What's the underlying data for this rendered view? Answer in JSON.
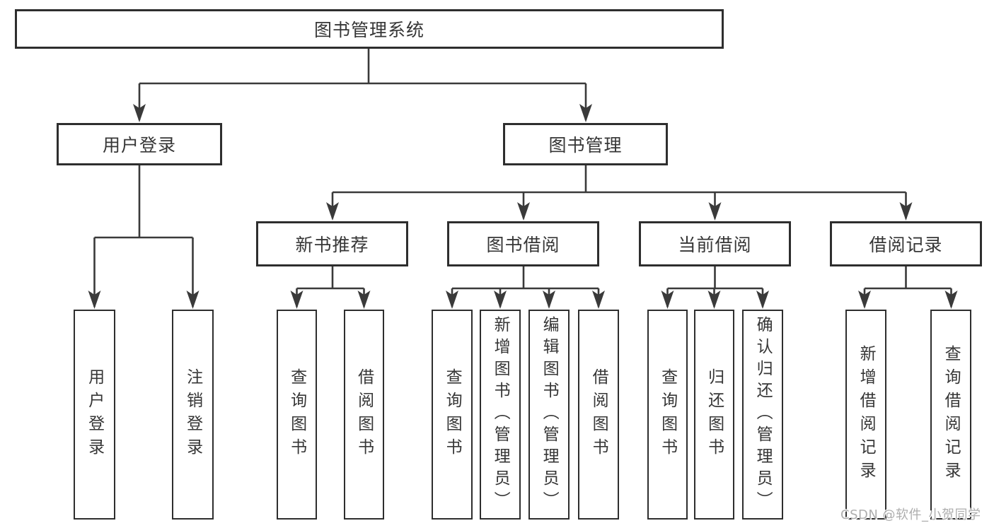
{
  "diagram": {
    "colors": {
      "line": "#3a3a3a",
      "box_border": "#2e2e2e",
      "text": "#363636",
      "watermark_text": "#aeaeae",
      "background": "#ffffff"
    },
    "tree": {
      "root": {
        "label": "图书管理系统"
      },
      "level2": [
        {
          "label": "用户登录",
          "children": [
            {
              "label": "用户登录"
            },
            {
              "label": "注销登录"
            }
          ]
        },
        {
          "label": "图书管理",
          "children": [
            {
              "label": "新书推荐",
              "children": [
                {
                  "label": "查询图书"
                },
                {
                  "label": "借阅图书"
                }
              ]
            },
            {
              "label": "图书借阅",
              "children": [
                {
                  "label": "查询图书"
                },
                {
                  "label": "新增图书（管理员）"
                },
                {
                  "label": "编辑图书（管理员）"
                },
                {
                  "label": "借阅图书"
                }
              ]
            },
            {
              "label": "当前借阅",
              "children": [
                {
                  "label": "查询图书"
                },
                {
                  "label": "归还图书"
                },
                {
                  "label": "确认归还（管理员）"
                }
              ]
            },
            {
              "label": "借阅记录",
              "children": [
                {
                  "label": "新增借阅记录"
                },
                {
                  "label": "查询借阅记录"
                }
              ]
            }
          ]
        }
      ]
    },
    "watermark": {
      "text": "CSDN @软件_小贺同学"
    }
  }
}
